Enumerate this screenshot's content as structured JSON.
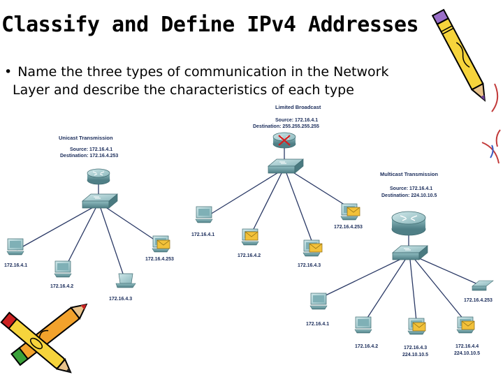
{
  "slide": {
    "title": "Classify and Define IPv4 Addresses",
    "bullet_symbol": "•",
    "bullet_line1": "Name the three types of communication in the Network",
    "bullet_line2": "Layer and describe the characteristics of each type"
  },
  "unicast": {
    "heading": "Unicast Transmission",
    "source": "Source: 172.16.4.1",
    "destination": "Destination: 172.16.4.253",
    "hosts": [
      "172.16.4.1",
      "172.16.4.2",
      "172.16.4.3",
      "172.16.4.253"
    ]
  },
  "broadcast": {
    "heading": "Limited Broadcast",
    "source": "Source: 172.16.4.1",
    "destination": "Destination: 255.255.255.255",
    "hosts": [
      "172.16.4.1",
      "172.16.4.2",
      "172.16.4.3",
      "172.16.4.253"
    ]
  },
  "multicast": {
    "heading": "Multicast Transmission",
    "source": "Source: 172.16.4.1",
    "destination": "Destination: 224.10.10.5",
    "hosts": [
      "172.16.4.1",
      "172.16.4.2",
      "172.16.4.3",
      "224.10.10.5",
      "172.16.4.4",
      "224.10.10.5",
      "172.16.4.253"
    ]
  },
  "colors": {
    "device_body": "#6a9aa0",
    "device_top": "#a9cdd0",
    "envelope": "#f2c13a",
    "link": "#2b3a66",
    "label": "#1a2c5a"
  }
}
